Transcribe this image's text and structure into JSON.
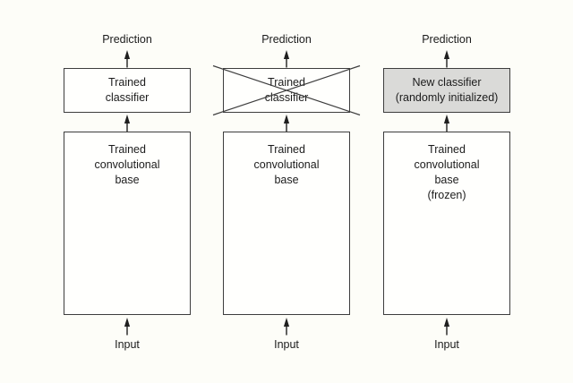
{
  "figure": {
    "colors": {
      "background": "#fdfdf8",
      "box_fill": "#fffffd",
      "box_border": "#3d3d3d",
      "text": "#1c1c1c",
      "highlight_fill": "#dadad8",
      "arrow": "#1f1f1f"
    },
    "columns": [
      {
        "prediction_label": "Prediction",
        "classifier_lines": [
          "Trained",
          "classifier"
        ],
        "classifier_crossed_out": false,
        "classifier_highlighted": false,
        "base_lines": [
          "Trained",
          "convolutional",
          "base"
        ],
        "input_label": "Input"
      },
      {
        "prediction_label": "Prediction",
        "classifier_lines": [
          "Trained",
          "classifier"
        ],
        "classifier_crossed_out": true,
        "classifier_highlighted": false,
        "base_lines": [
          "Trained",
          "convolutional",
          "base"
        ],
        "input_label": "Input"
      },
      {
        "prediction_label": "Prediction",
        "classifier_lines": [
          "New classifier",
          "(randomly initialized)"
        ],
        "classifier_crossed_out": false,
        "classifier_highlighted": true,
        "base_lines": [
          "Trained",
          "convolutional",
          "base",
          "(frozen)"
        ],
        "input_label": "Input"
      }
    ]
  }
}
